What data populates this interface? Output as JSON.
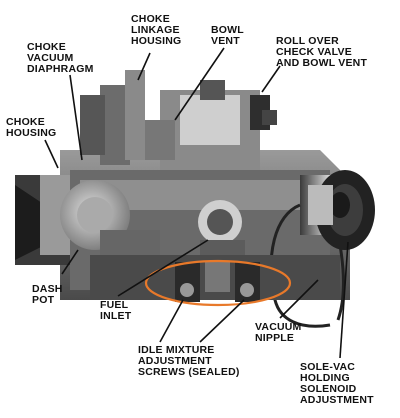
{
  "labels": {
    "choke_linkage_housing": "CHOKE\nLINKAGE\nHOUSING",
    "bowl_vent": "BOWL\nVENT",
    "choke_vacuum_diaphragm": "CHOKE\nVACUUM\nDIAPHRAGM",
    "roll_over_check_valve": "ROLL OVER\nCHECK VALVE\nAND BOWL VENT",
    "choke_housing": "CHOKE\nHOUSING",
    "dash_pot": "DASH\nPOT",
    "fuel_inlet": "FUEL\nINLET",
    "vacuum_nipple": "VACUUM\nNIPPLE",
    "idle_mixture_screws": "IDLE MIXTURE\nADJUSTMENT\nSCREWS (SEALED)",
    "sole_vac_adjustment": "SOLE-VAC\nHOLDING\nSOLENOID\nADJUSTMENT"
  },
  "colors": {
    "highlight_ellipse": "#e8792a",
    "ink": "#111111"
  }
}
